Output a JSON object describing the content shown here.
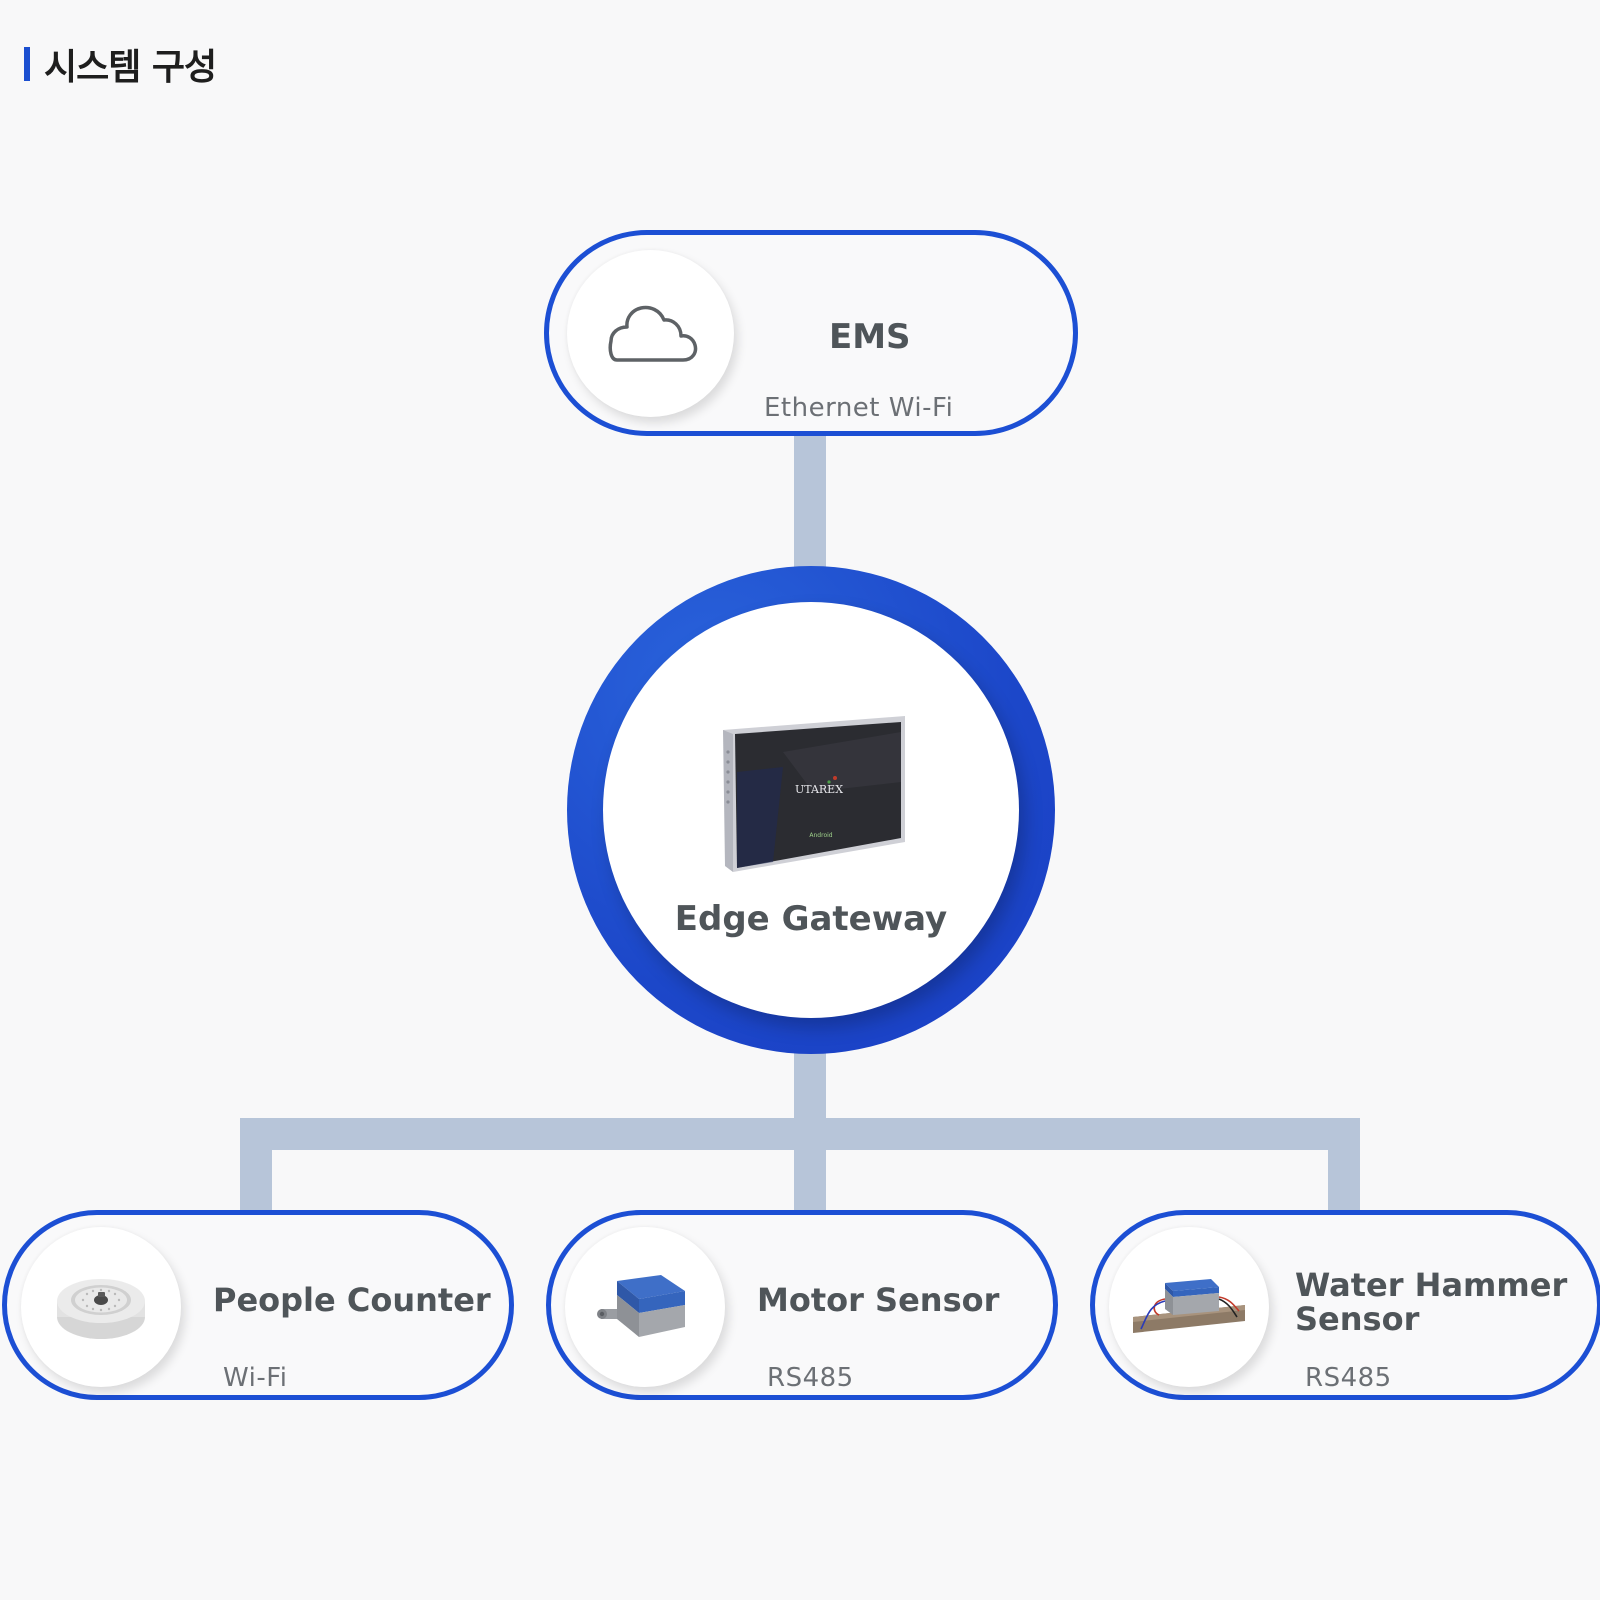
{
  "header": {
    "title": "시스템 구성"
  },
  "colors": {
    "accent": "#1c4fd4",
    "connector": "#b7c5d9",
    "background": "#f8f8f9",
    "text": "#4f5559"
  },
  "ems": {
    "title": "EMS",
    "protocols": "Ethernet  Wi-Fi",
    "icon": "cloud-icon"
  },
  "gateway": {
    "title": "Edge Gateway",
    "brand": "UTAREX",
    "os": "Android",
    "icon": "gateway-device-image"
  },
  "sensors": [
    {
      "title": "People Counter",
      "protocol": "Wi-Fi",
      "icon": "people-counter-image"
    },
    {
      "title": "Motor Sensor",
      "protocol": "RS485",
      "icon": "motor-sensor-image"
    },
    {
      "title": "Water Hammer Sensor",
      "title_line1": "Water Hammer",
      "title_line2": "Sensor",
      "protocol": "RS485",
      "icon": "water-hammer-sensor-image"
    }
  ]
}
